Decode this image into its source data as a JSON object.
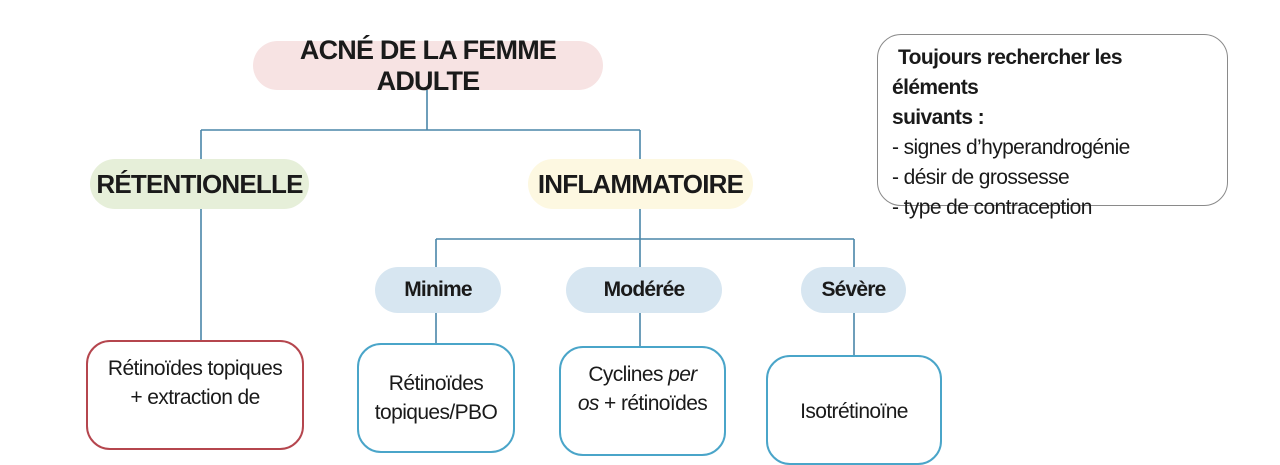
{
  "diagram": {
    "root": "ACNÉ DE LA FEMME ADULTE",
    "branches": {
      "retentionelle": "RÉTENTIONELLE",
      "inflammatoire": "INFLAMMATOIRE"
    },
    "levels": {
      "minime": "Minime",
      "moderee": "Modérée",
      "severe": "Sévère"
    },
    "treatments": {
      "retentionelle": {
        "line1": "Rétinoïdes topiques",
        "line2": "+ extraction de"
      },
      "minime": {
        "line1": "Rétinoïdes",
        "line2": "topiques/PBO"
      },
      "moderee": {
        "line1_a": "Cyclines ",
        "line1_b": "per",
        "line2_a": "os",
        "line2_b": " + rétinoïdes"
      },
      "severe": {
        "line1": "Isotrétinoïne"
      }
    }
  },
  "note": {
    "title_line1": "Toujours rechercher les éléments",
    "title_line2": "suivants :",
    "items": [
      "- signes d’hyperandrogénie",
      "- désir de grossesse",
      "- type de contraception"
    ]
  },
  "colors": {
    "connector": "#4a86a8",
    "root_fill": "#f7e3e3",
    "retentionelle_fill": "#e6efd9",
    "inflammatoire_fill": "#fdf8e1",
    "level_fill": "#d7e6f1",
    "retentionelle_border": "#b5464e",
    "inflammatoire_border": "#4aa5c9"
  }
}
